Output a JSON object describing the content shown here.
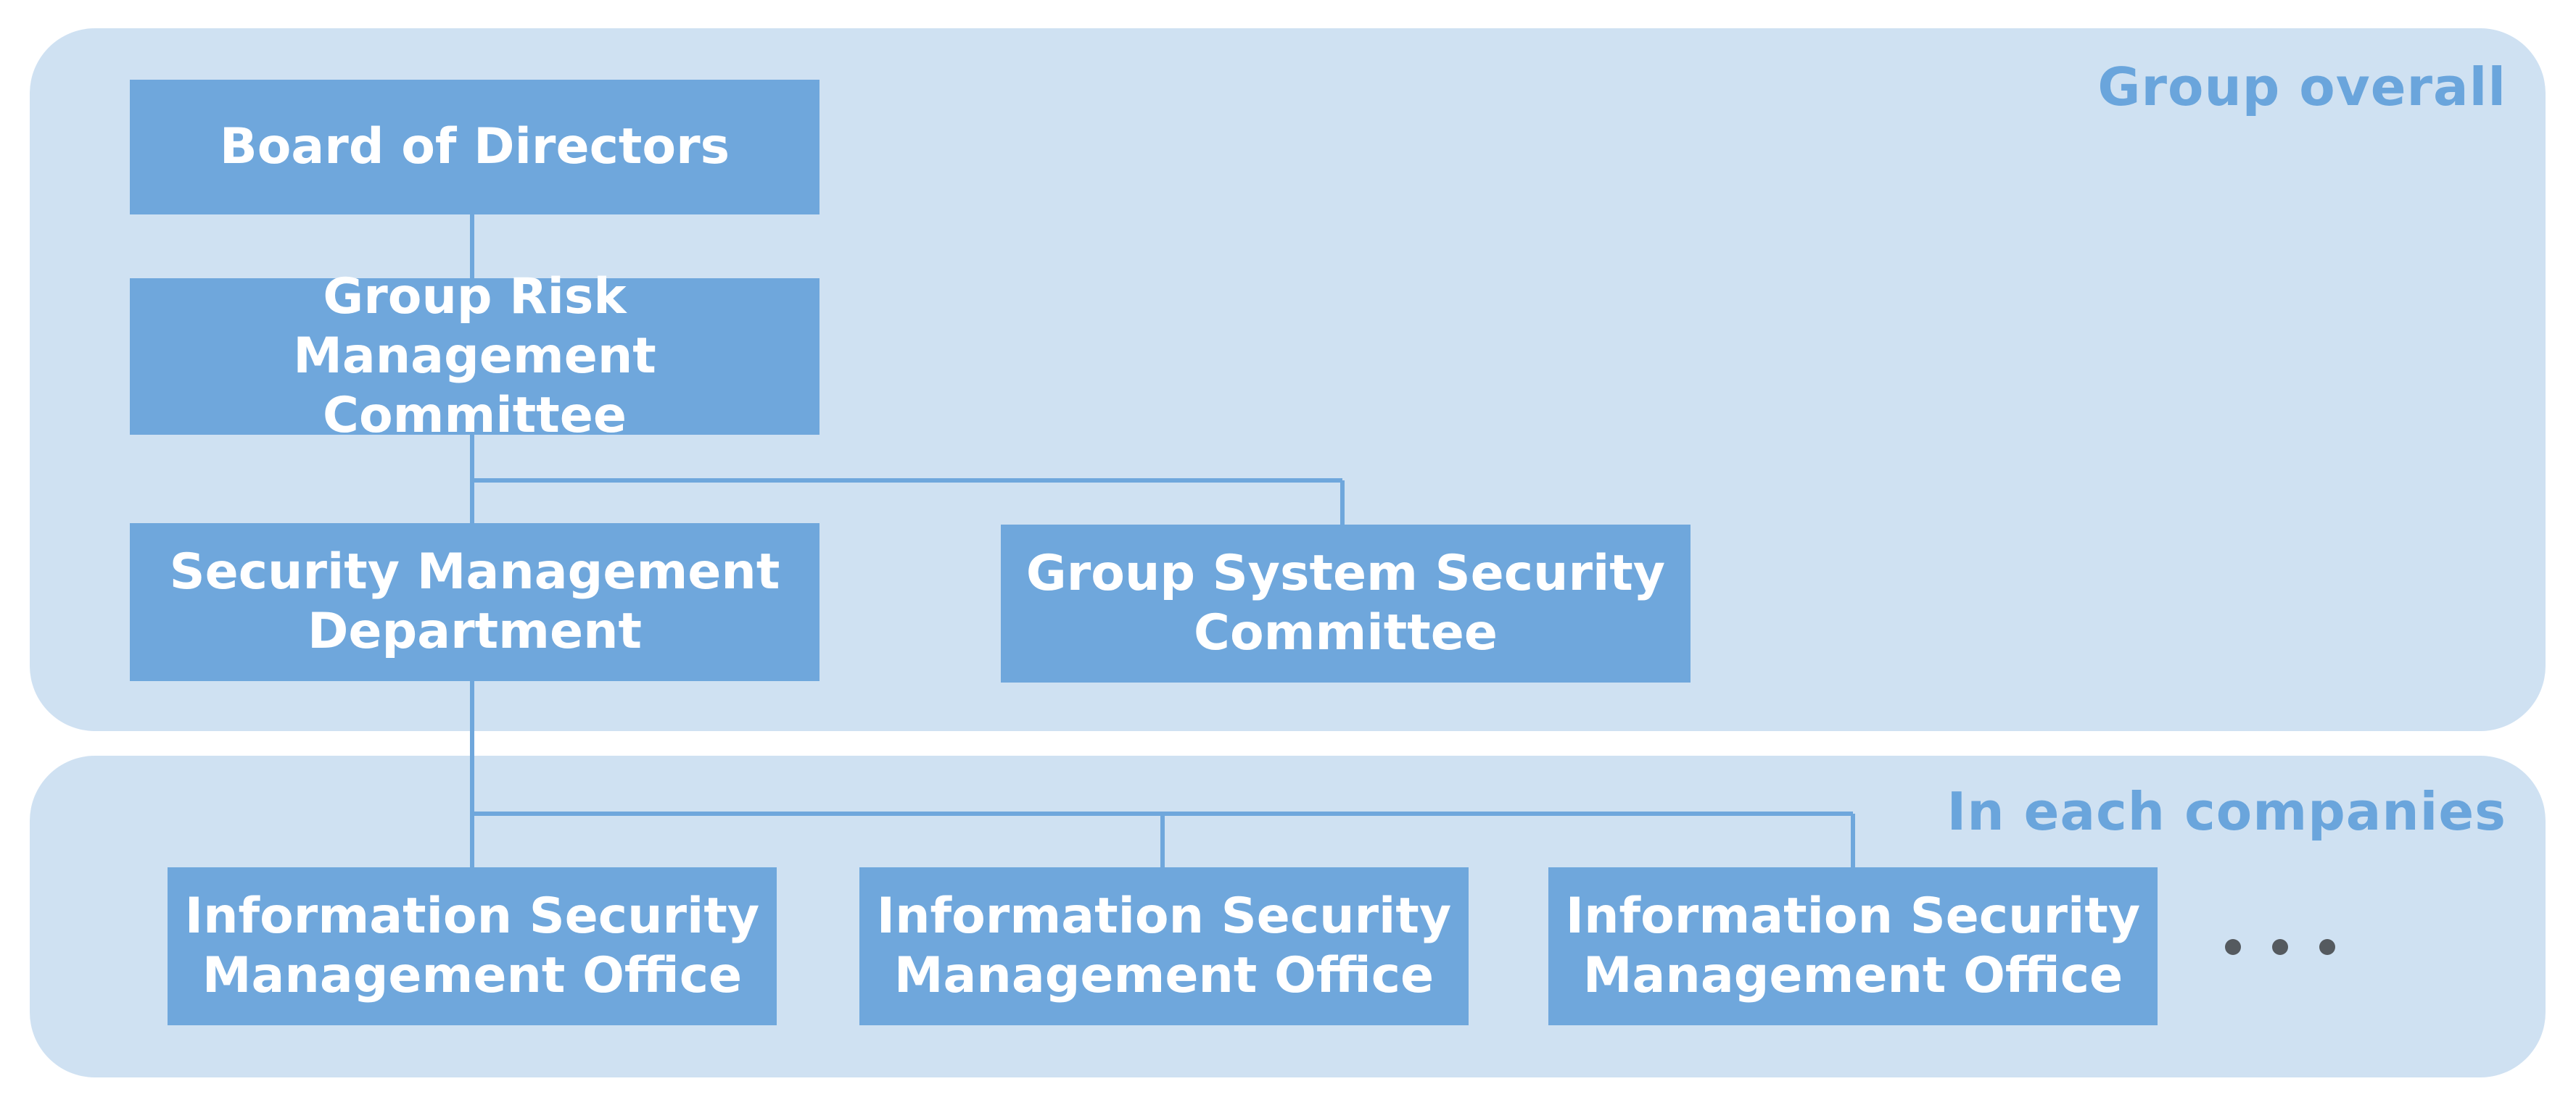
{
  "groups": {
    "top_label": "Group overall",
    "bottom_label": "In each companies"
  },
  "nodes": {
    "board": "Board of Directors",
    "risk_committee": "Group Risk Management\nCommittee",
    "security_dept": "Security Management\nDepartment",
    "system_committee": "Group System Security\nCommittee",
    "offices": [
      "Information Security\nManagement Office",
      "Information Security\nManagement Office",
      "Information Security\nManagement Office"
    ]
  },
  "colors": {
    "panel": "#cfe1f2",
    "box": "#6fa7dc",
    "box_text": "#ffffff",
    "label_text": "#6aa5dc",
    "connector": "#6fa7dc",
    "ellipsis": "#555a5f"
  }
}
